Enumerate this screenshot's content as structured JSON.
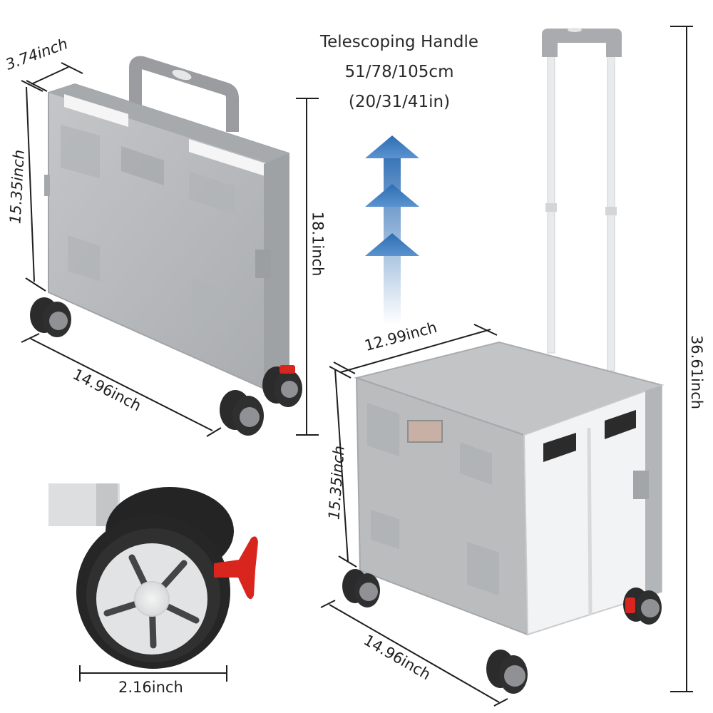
{
  "header": {
    "title": "Telescoping Handle",
    "metric": "51/78/105cm",
    "imperial": "(20/31/41in)"
  },
  "folded_cart": {
    "depth_label": "3.74inch",
    "height_label": "15.35inch",
    "total_height_label": "18.1inch",
    "width_label": "14.96inch"
  },
  "open_cart": {
    "depth_label": "12.99inch",
    "height_label": "15.35inch",
    "width_label": "14.96inch",
    "total_height_label": "36.61inch"
  },
  "wheel_detail": {
    "diameter_label": "2.16inch"
  },
  "icons": {
    "arrows": "up-arrows-icon",
    "brake": "brake-lever-icon"
  },
  "colors": {
    "body_gray": "#b9bbbd",
    "body_gray_dark": "#9ea1a4",
    "panel_white": "#f2f3f4",
    "wheel_black": "#2b2b2b",
    "hub_gray": "#8f9194",
    "brake_red": "#d8261f",
    "arrow_blue": "#3a7bc0",
    "dim_line": "#1e1e1e"
  }
}
